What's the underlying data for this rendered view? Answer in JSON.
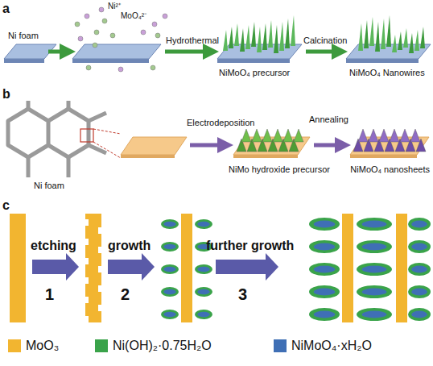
{
  "diagram": {
    "labels": [
      "a",
      "Ni²⁺",
      "MoO₄²⁻",
      "Hydrothermal",
      "Calcination",
      "Ni foam",
      "NiMoO₄ precursor",
      "NiMoO₄ Nanowires",
      "b",
      "Electrodeposition",
      "Annealing",
      "Ni foam",
      "NiMo hydroxide precursor",
      "NiMoO₄ nanosheets",
      "c",
      "etching",
      "1",
      "growth",
      "2",
      "further growth",
      "3"
    ],
    "legend": [
      {
        "text": "MoO₃",
        "color": "#f2b530"
      },
      {
        "text": "Ni(OH)₂·0.75H₂O",
        "color": "#3aa34a"
      },
      {
        "text": "NiMoO₄·xH₂O",
        "color": "#3f6fb5"
      }
    ]
  }
}
